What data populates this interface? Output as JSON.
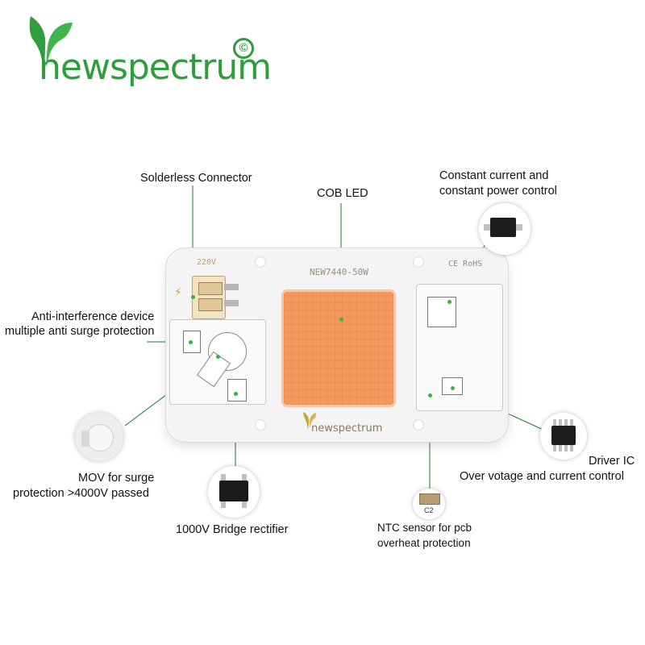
{
  "brand": {
    "name": "newspectrum",
    "copyright_symbol": "©",
    "color": "#2e9e3c"
  },
  "board": {
    "voltage_marking": "220V",
    "model_marking": "NEW7440-50W",
    "cert_marking": "CE RoHS",
    "brand_marking": "newspectrum",
    "led_color": "#f4975c",
    "board_color": "#f4f4f4"
  },
  "callouts": {
    "solderless_connector": "Solderless Connector",
    "cob_led": "COB LED",
    "constant_control_line1": "Constant current and",
    "constant_control_line2": "constant power control",
    "anti_interference_line1": "Anti-interference device",
    "anti_interference_line2": "multiple anti surge protection",
    "mov_line1": "MOV for surge",
    "mov_line2": "protection >4000V passed",
    "bridge_rectifier": "1000V Bridge rectifier",
    "ntc_line1": "NTC sensor for pcb",
    "ntc_line2": "overheat protection",
    "driver_ic": "Driver IC",
    "over_voltage": "Over votage and current control",
    "ntc_chip_label": "C2"
  },
  "line_color": "#1f7a2e"
}
